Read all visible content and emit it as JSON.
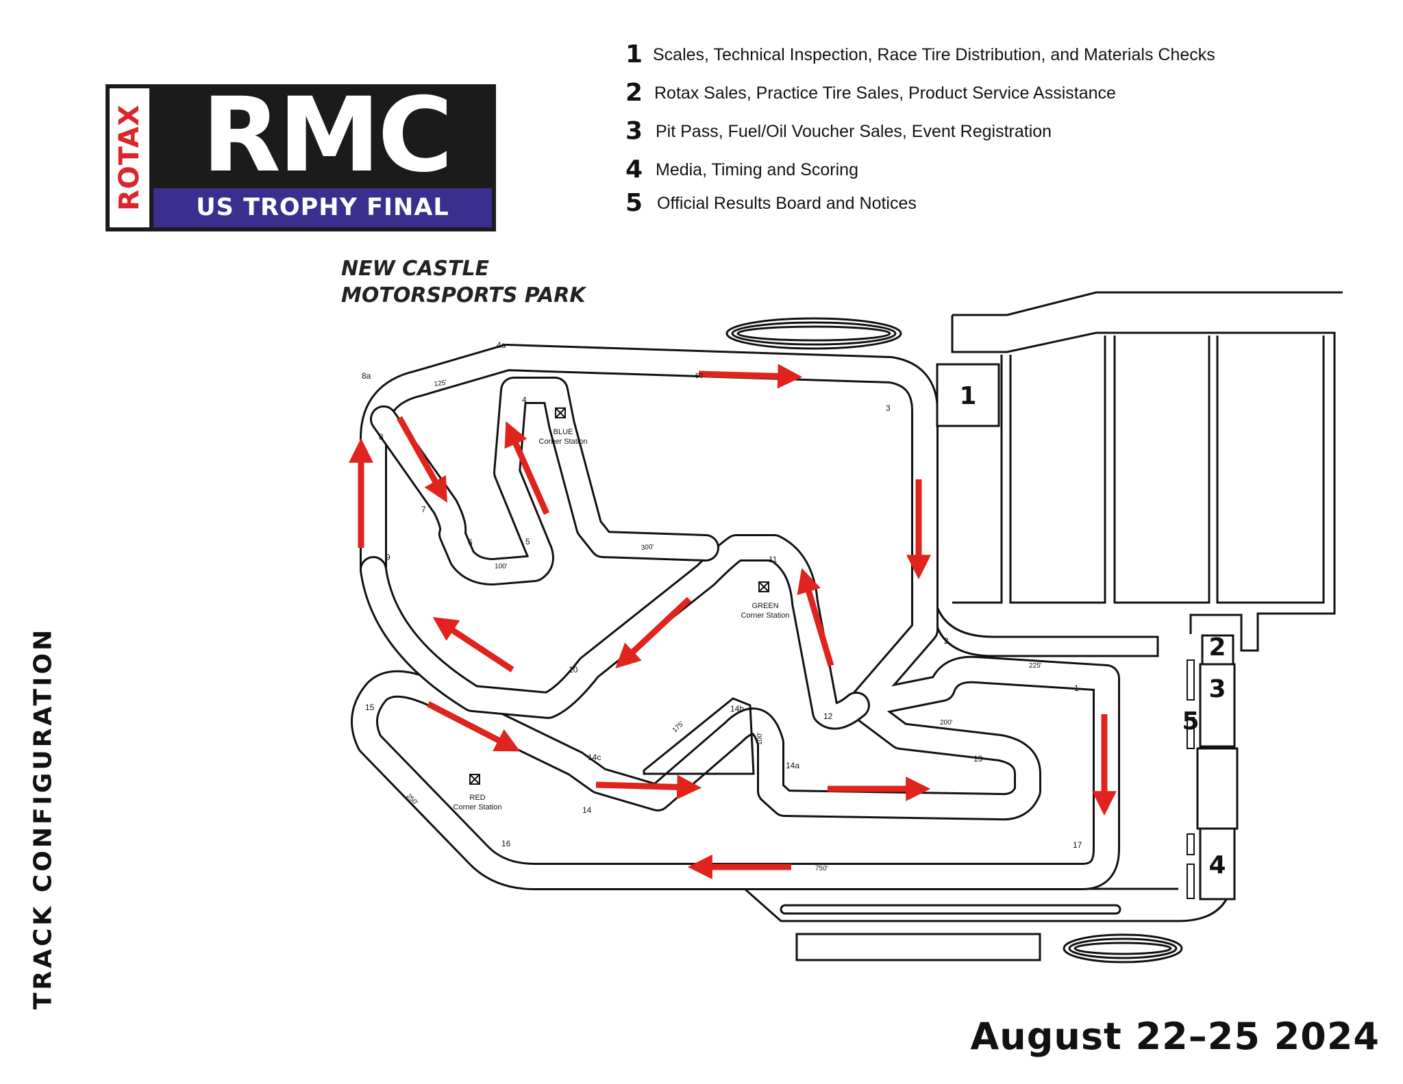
{
  "logo": {
    "brand": "ROTAX",
    "title": "RMC",
    "subtitle": "US TROPHY FINAL"
  },
  "legend": [
    {
      "num": "1",
      "text": "Scales, Technical Inspection, Race Tire Distribution, and Materials Checks"
    },
    {
      "num": "2",
      "text": "Rotax Sales, Practice Tire Sales, Product Service Assistance"
    },
    {
      "num": "3",
      "text": "Pit Pass, Fuel/Oil Voucher Sales, Event Registration"
    },
    {
      "num": "4",
      "text": "Media, Timing and  Scoring"
    },
    {
      "num": "5",
      "text": "Official Results Board and Notices"
    }
  ],
  "venue": {
    "line1": "NEW CASTLE",
    "line2": "MOTORSPORTS PARK"
  },
  "side_title": "TRACK CONFIGURATION",
  "dates": "August 22–25 2024",
  "turns": {
    "t1": "1",
    "t2": "2",
    "t3": "3",
    "t4": "4",
    "t4a": "4a",
    "t5": "5",
    "t6": "6",
    "t7": "7",
    "t8": "8",
    "t8a": "8a",
    "t9": "9",
    "t10": "10",
    "t11": "11",
    "t12": "12",
    "t13": "13",
    "t14": "14",
    "t14a": "14a",
    "t14b": "14b",
    "t14c": "14c",
    "t15": "15",
    "t16": "16",
    "t17": "17"
  },
  "distances": {
    "d125": "125'",
    "d500": "50",
    "d300": "300'",
    "d100a": "100'",
    "d225": "225'",
    "d200": "200'",
    "d175": "175'",
    "d100b": "100'",
    "d250": "250'",
    "d750": "750'"
  },
  "stations": [
    {
      "name": "BLUE",
      "label": "Corner Station"
    },
    {
      "name": "GREEN",
      "label": "Corner Station"
    },
    {
      "name": "RED",
      "label": "Corner Station"
    }
  ],
  "buildings": {
    "b1": "1",
    "b2": "2",
    "b3": "3",
    "b4": "4",
    "b5": "5"
  },
  "colors": {
    "arrow": "#e0231c",
    "track": "#111111",
    "logo_band": "#3a2f8f",
    "logo_red": "#d9262c"
  }
}
